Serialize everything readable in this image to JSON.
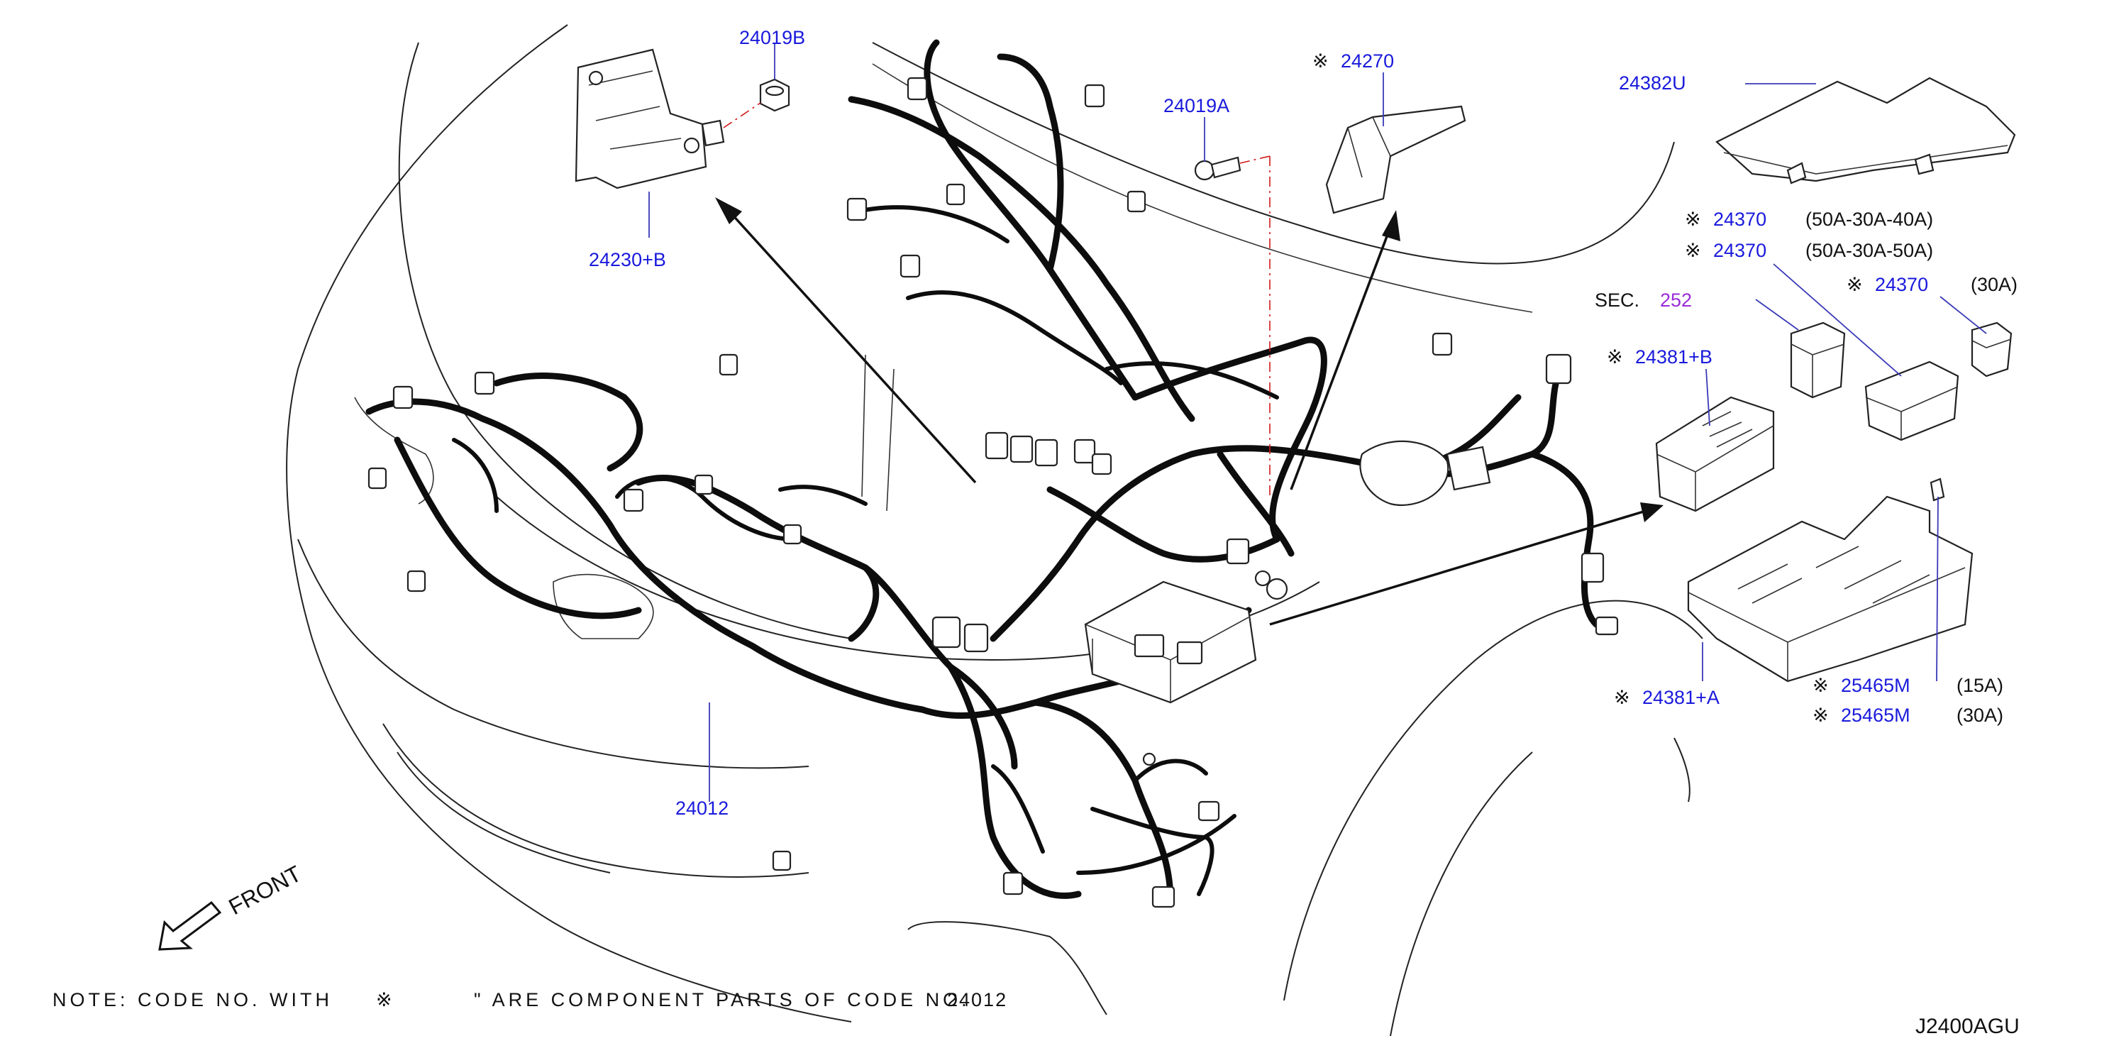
{
  "callouts": {
    "p24019b": "24019B",
    "p24230b": "24230+B",
    "p24019a": "24019A",
    "p24270": "24270",
    "p24382u": "24382U",
    "p24370_1": "24370",
    "p24370_1_spec": "(50A-30A-40A)",
    "p24370_2": "24370",
    "p24370_2_spec": "(50A-30A-50A)",
    "p24370_3": "24370",
    "p24370_3_spec": "(30A)",
    "sec_label": "SEC.",
    "sec_ref": "252",
    "p24381b": "24381+B",
    "p24381a": "24381+A",
    "p25465m_1": "25465M",
    "p25465m_1_spec": "(15A)",
    "p25465m_2": "25465M",
    "p25465m_2_spec": "(30A)",
    "p24012_main": "24012"
  },
  "component_mark": "※",
  "front_label": "FRONT",
  "note": {
    "prefix": "NOTE:  CODE  NO.  WITH",
    "suffix": "\"  ARE  COMPONENT  PARTS  OF  CODE  NO.",
    "overlap_code": "24012"
  },
  "diagram_code": "J2400AGU",
  "colors": {
    "part_number": "#1a1adc",
    "section_ref": "#9a2ad8",
    "leader_red": "#d01818"
  }
}
